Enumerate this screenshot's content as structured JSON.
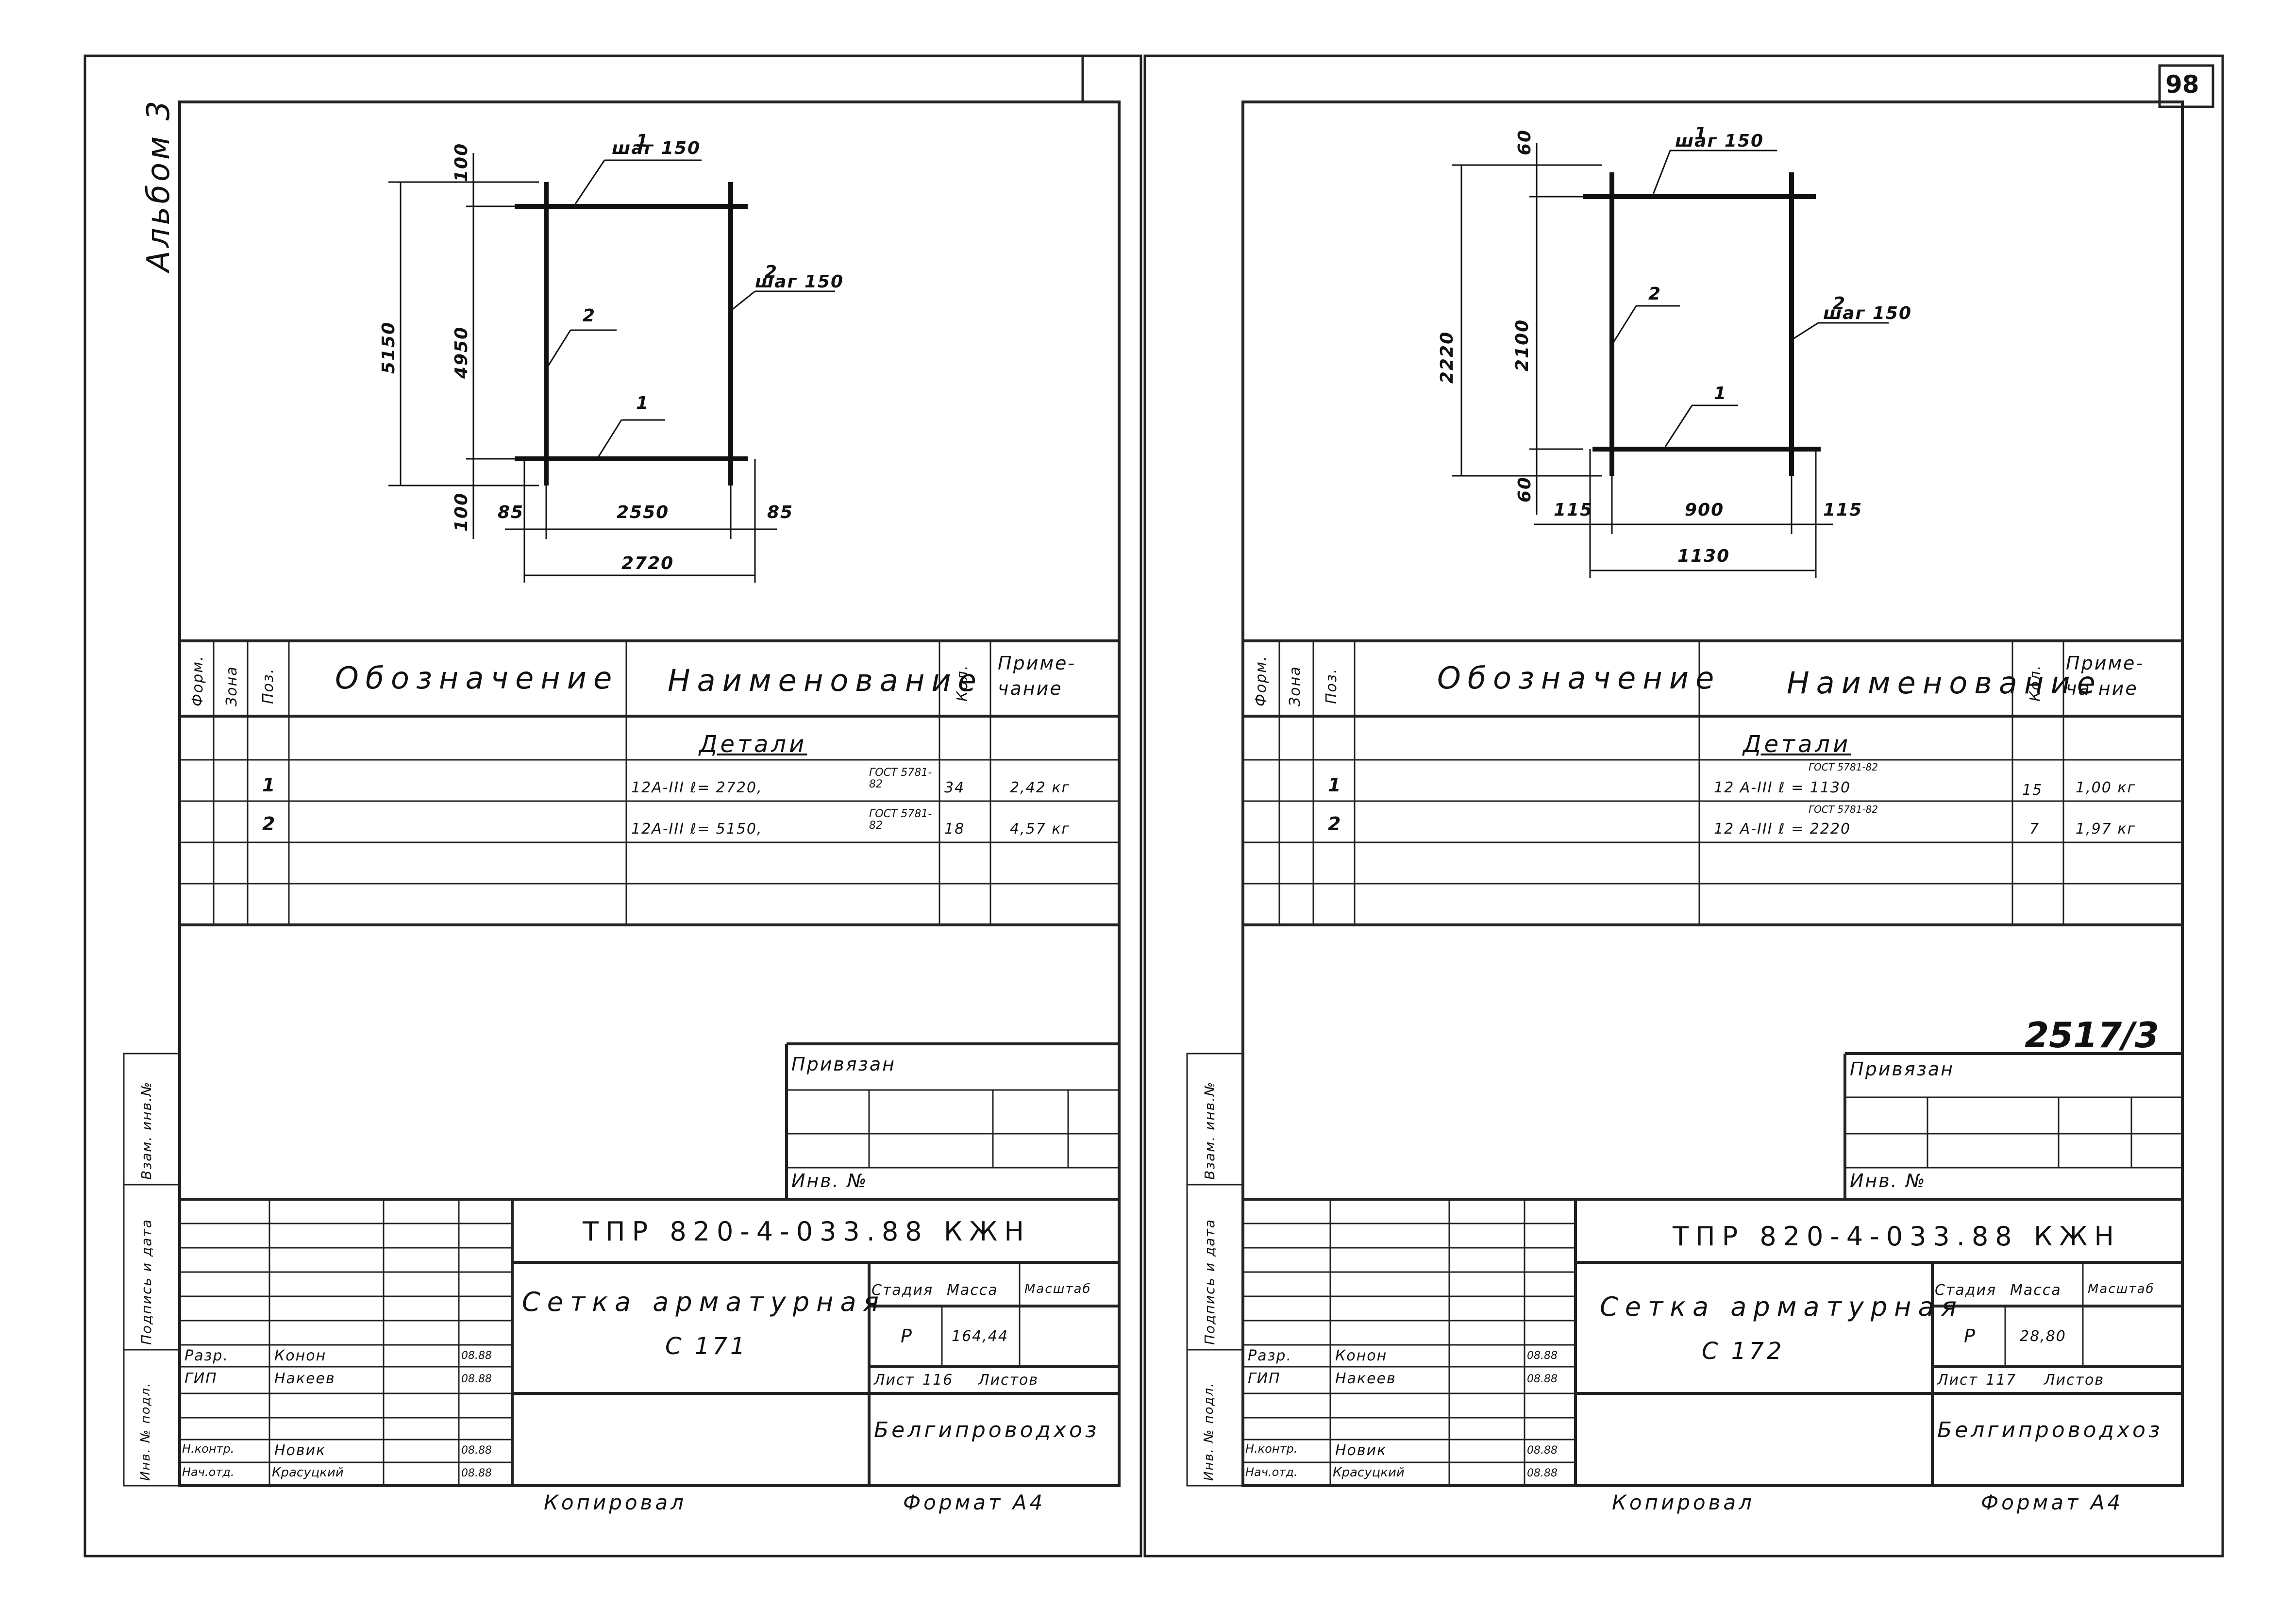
{
  "header": {
    "album_label": "Альбом 3",
    "page_number": "98",
    "doc_number": "2517/3"
  },
  "table_headers": {
    "format": "Форм.",
    "zone": "Зона",
    "pos": "Поз.",
    "designation": "Обозначение",
    "name": "Наименование",
    "qty": "Кол.",
    "note_left": "Приме-\nчание",
    "note_right": "Приме-\nча ние"
  },
  "section_title": "Детали",
  "stamp_labels": {
    "privyazan": "Привязан",
    "inv_no": "Инв. №",
    "stage": "Стадия",
    "mass": "Масса",
    "scale": "Масштаб",
    "sheet": "Лист",
    "sheets": "Листов",
    "developer": "Разр.",
    "gip": "ГИП",
    "norm_control": "Н.контр.",
    "dept_head": "Нач.отд.",
    "org": "Белгипроводхоз",
    "copied": "Копировал",
    "format": "Формат А4",
    "vzam_inv": "Взам. инв.№",
    "podpis_data": "Подпись и дата",
    "inv_podl": "Инв. № подл."
  },
  "people": {
    "developer": "Конон",
    "gip": "Накеев",
    "norm_control": "Новик",
    "dept_head": "Красуцкий"
  },
  "dates": {
    "d1": "08.88",
    "d2": "08.88",
    "d3": "08.88",
    "d4": "08.88"
  },
  "sheets": [
    {
      "id": "left",
      "title_code": "ТПР  820-4-033.88   КЖН",
      "item_name": "Сетка арматурная",
      "item_mark": "С 171",
      "stage": "Р",
      "mass": "164,44",
      "sheet_no": "116",
      "drawing": {
        "bar1_label": "1",
        "bar1_step": "шаг 150",
        "bar2_label": "2",
        "bar2_step": "шаг 150",
        "bar2b_label": "2",
        "bar1b_label": "1",
        "dim_total_height": "5150",
        "dim_inner_height": "4950",
        "dim_top": "100",
        "dim_bottom": "100",
        "dim_left": "85",
        "dim_mid": "2550",
        "dim_right": "85",
        "dim_total_width": "2720"
      },
      "rows": [
        {
          "pos": "1",
          "spec": "12А-III   ℓ= 2720,",
          "gost": "ГОСТ 5781-82",
          "qty": "34",
          "note": "2,42 кг"
        },
        {
          "pos": "2",
          "spec": "12А-III   ℓ= 5150,",
          "gost": "ГОСТ 5781-82",
          "qty": "18",
          "note": "4,57 кг"
        }
      ]
    },
    {
      "id": "right",
      "title_code": "ТПР  820-4-033.88   КЖН",
      "item_name": "Сетка арматурная",
      "item_mark": "С 172",
      "stage": "Р",
      "mass": "28,80",
      "sheet_no": "117",
      "drawing": {
        "bar1_label": "1",
        "bar1_step": "шаг 150",
        "bar2_label": "2",
        "bar2_step": "шаг 150",
        "bar2b_label": "2",
        "bar1b_label": "1",
        "dim_total_height": "2220",
        "dim_inner_height": "2100",
        "dim_top": "60",
        "dim_bottom": "60",
        "dim_left": "115",
        "dim_mid": "900",
        "dim_right": "115",
        "dim_total_width": "1130"
      },
      "rows": [
        {
          "pos": "1",
          "spec": "12 А-III  ℓ = 1130",
          "gost": "ГОСТ 5781-82",
          "qty": "15",
          "note": "1,00 кг"
        },
        {
          "pos": "2",
          "spec": "12 А-III  ℓ = 2220",
          "gost": "ГОСТ 5781-82",
          "qty": "7",
          "note": "1,97 кг"
        }
      ]
    }
  ]
}
